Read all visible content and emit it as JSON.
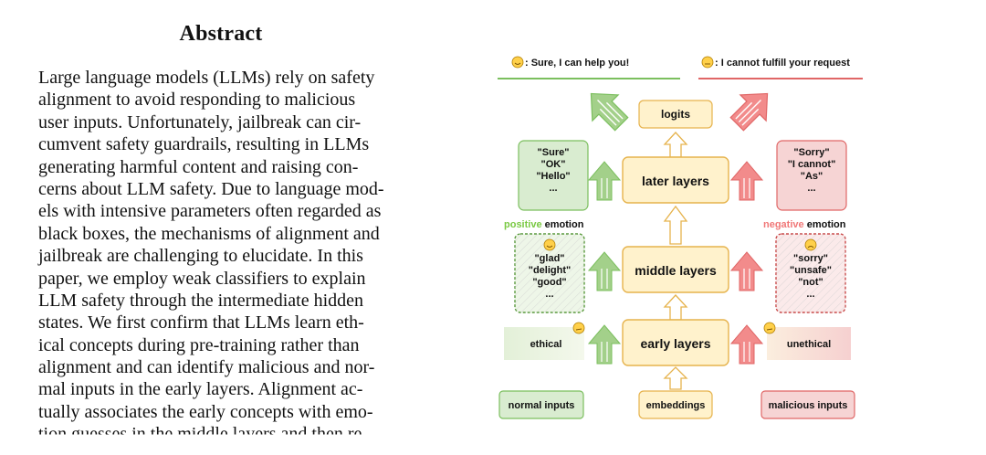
{
  "abstract": {
    "title": "Abstract",
    "lines": [
      "Large language models (LLMs) rely on safety",
      "alignment to avoid responding to malicious",
      "user inputs.  Unfortunately, jailbreak can cir-",
      "cumvent safety guardrails, resulting in LLMs",
      "generating harmful content and raising con-",
      "cerns about LLM safety. Due to language mod-",
      "els with intensive parameters often regarded as",
      "black boxes, the mechanisms of alignment and",
      "jailbreak are challenging to elucidate.  In this",
      "paper, we employ weak classifiers to explain",
      "LLM safety through the intermediate hidden",
      "states.  We first confirm that LLMs learn eth-",
      "ical concepts during pre-training rather than",
      "alignment and can identify malicious and nor-",
      "mal inputs in the early layers.  Alignment ac-",
      "tually associates the early concepts with emo-",
      "tion guesses in the middle layers and then re-"
    ]
  },
  "figure": {
    "legend_positive": ": Sure, I can help you!",
    "legend_negative": ": I cannot fulfill your request",
    "logits": "logits",
    "later_layers": "later layers",
    "middle_layers": "middle layers",
    "early_layers": "early layers",
    "embeddings": "embeddings",
    "normal_inputs": "normal inputs",
    "malicious_inputs": "malicious inputs",
    "ethical": "ethical",
    "unethical": "unethical",
    "positive_word": "positive",
    "negative_word": "negative",
    "emotion_word": " emotion",
    "pos_later_tokens": [
      "\"Sure\"",
      "\"OK\"",
      "\"Hello\"",
      "..."
    ],
    "neg_later_tokens": [
      "\"Sorry\"",
      "\"I cannot\"",
      "\"As\"",
      "..."
    ],
    "pos_middle_tokens": [
      "\"glad\"",
      "\"delight\"",
      "\"good\"",
      "..."
    ],
    "neg_middle_tokens": [
      "\"sorry\"",
      "\"unsafe\"",
      "\"not\"",
      "..."
    ],
    "colors": {
      "green": "#7bbf5e",
      "green_fill": "#d9ecd0",
      "red": "#e06666",
      "red_fill": "#f6d4d4",
      "yellow_fill": "#fff2cc",
      "yellow_stroke": "#e6b34d",
      "positive_text": "#7ac943",
      "negative_text": "#f07878"
    }
  }
}
